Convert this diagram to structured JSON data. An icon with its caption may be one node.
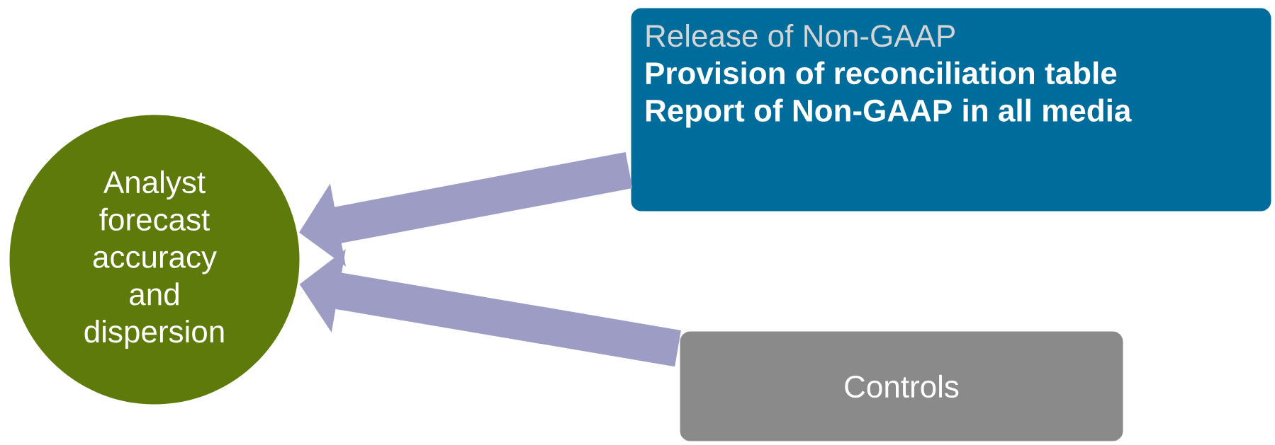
{
  "diagram": {
    "nodes": [
      {
        "text": [
          "Analyst forecast accuracy and dispersion"
        ]
      },
      {
        "text": [
          "Release of Non-GAAP",
          "Provision of reconciliation table",
          "Report of Non-GAAP in all media"
        ]
      },
      {
        "text": [
          "Controls"
        ]
      }
    ],
    "edges": [
      {
        "from": 1,
        "to": 0,
        "arrow": "to"
      },
      {
        "from": 2,
        "to": 0,
        "arrow": "to"
      }
    ]
  }
}
